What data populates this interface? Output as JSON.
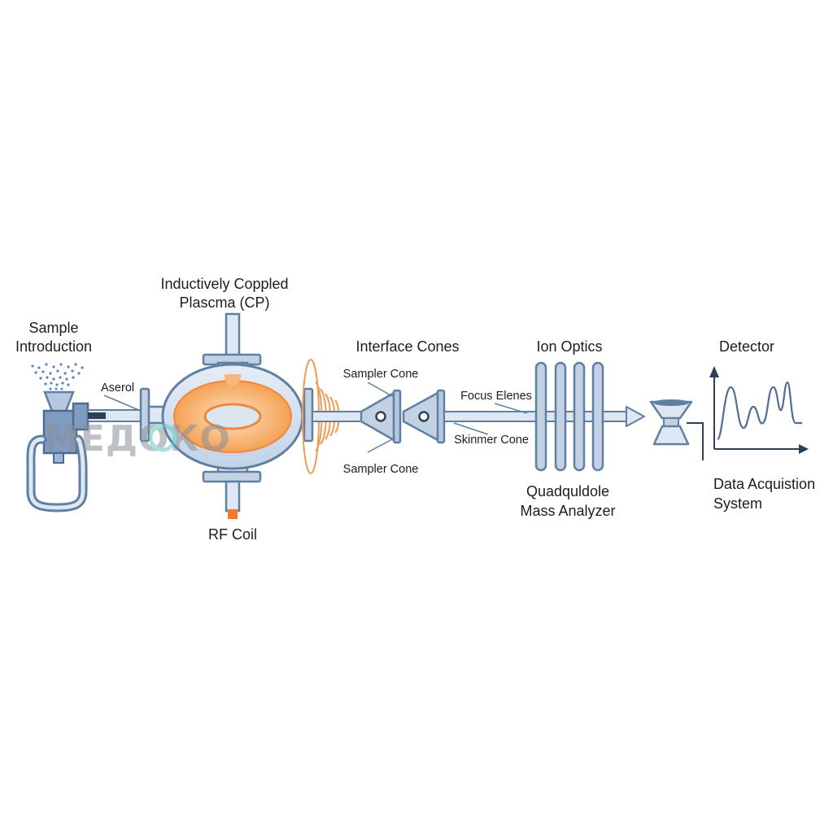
{
  "labels": {
    "sample_introduction": [
      "Sample",
      "Introduction"
    ],
    "aerosol": "Aserol",
    "icp": [
      "Inductively Coppled",
      "Plascma (CP)"
    ],
    "rf_coil": "RF Coil",
    "interface_cones": "Interface Cones",
    "sampler_cone_top": "Sampler Cone",
    "sampler_cone_bottom": "Sampler Cone",
    "skimmer_cone": "Skinmer Cone",
    "focus_elements": "Focus Elenes",
    "ion_optics": "Ion Optics",
    "quadrupole": [
      "Quadquldole",
      "Mass Analyzer"
    ],
    "detector": "Detector",
    "data_acquisition": [
      "Data Acquistion",
      "System"
    ]
  },
  "watermark": "МЕДОКО",
  "colors": {
    "outline": "#5f7fa3",
    "metal_fill": "#c3d2e3",
    "metal_light": "#dfe8f2",
    "plasma_outer": "#f8ba7a",
    "plasma_core": "#f7d9b8",
    "coil": "#ef9a55",
    "rf_tip": "#f07b2e",
    "accent_dark": "#2e3f59",
    "spray": "#5a86b8",
    "watermark_main": "#8a8f96",
    "watermark_accent": "#5fc9c2"
  },
  "icons": {
    "nebulizer": "nebulizer-icon",
    "torch": "plasma-torch-icon",
    "cone": "cone-icon",
    "detector": "detector-funnel-icon",
    "signal": "signal-trace-icon"
  }
}
